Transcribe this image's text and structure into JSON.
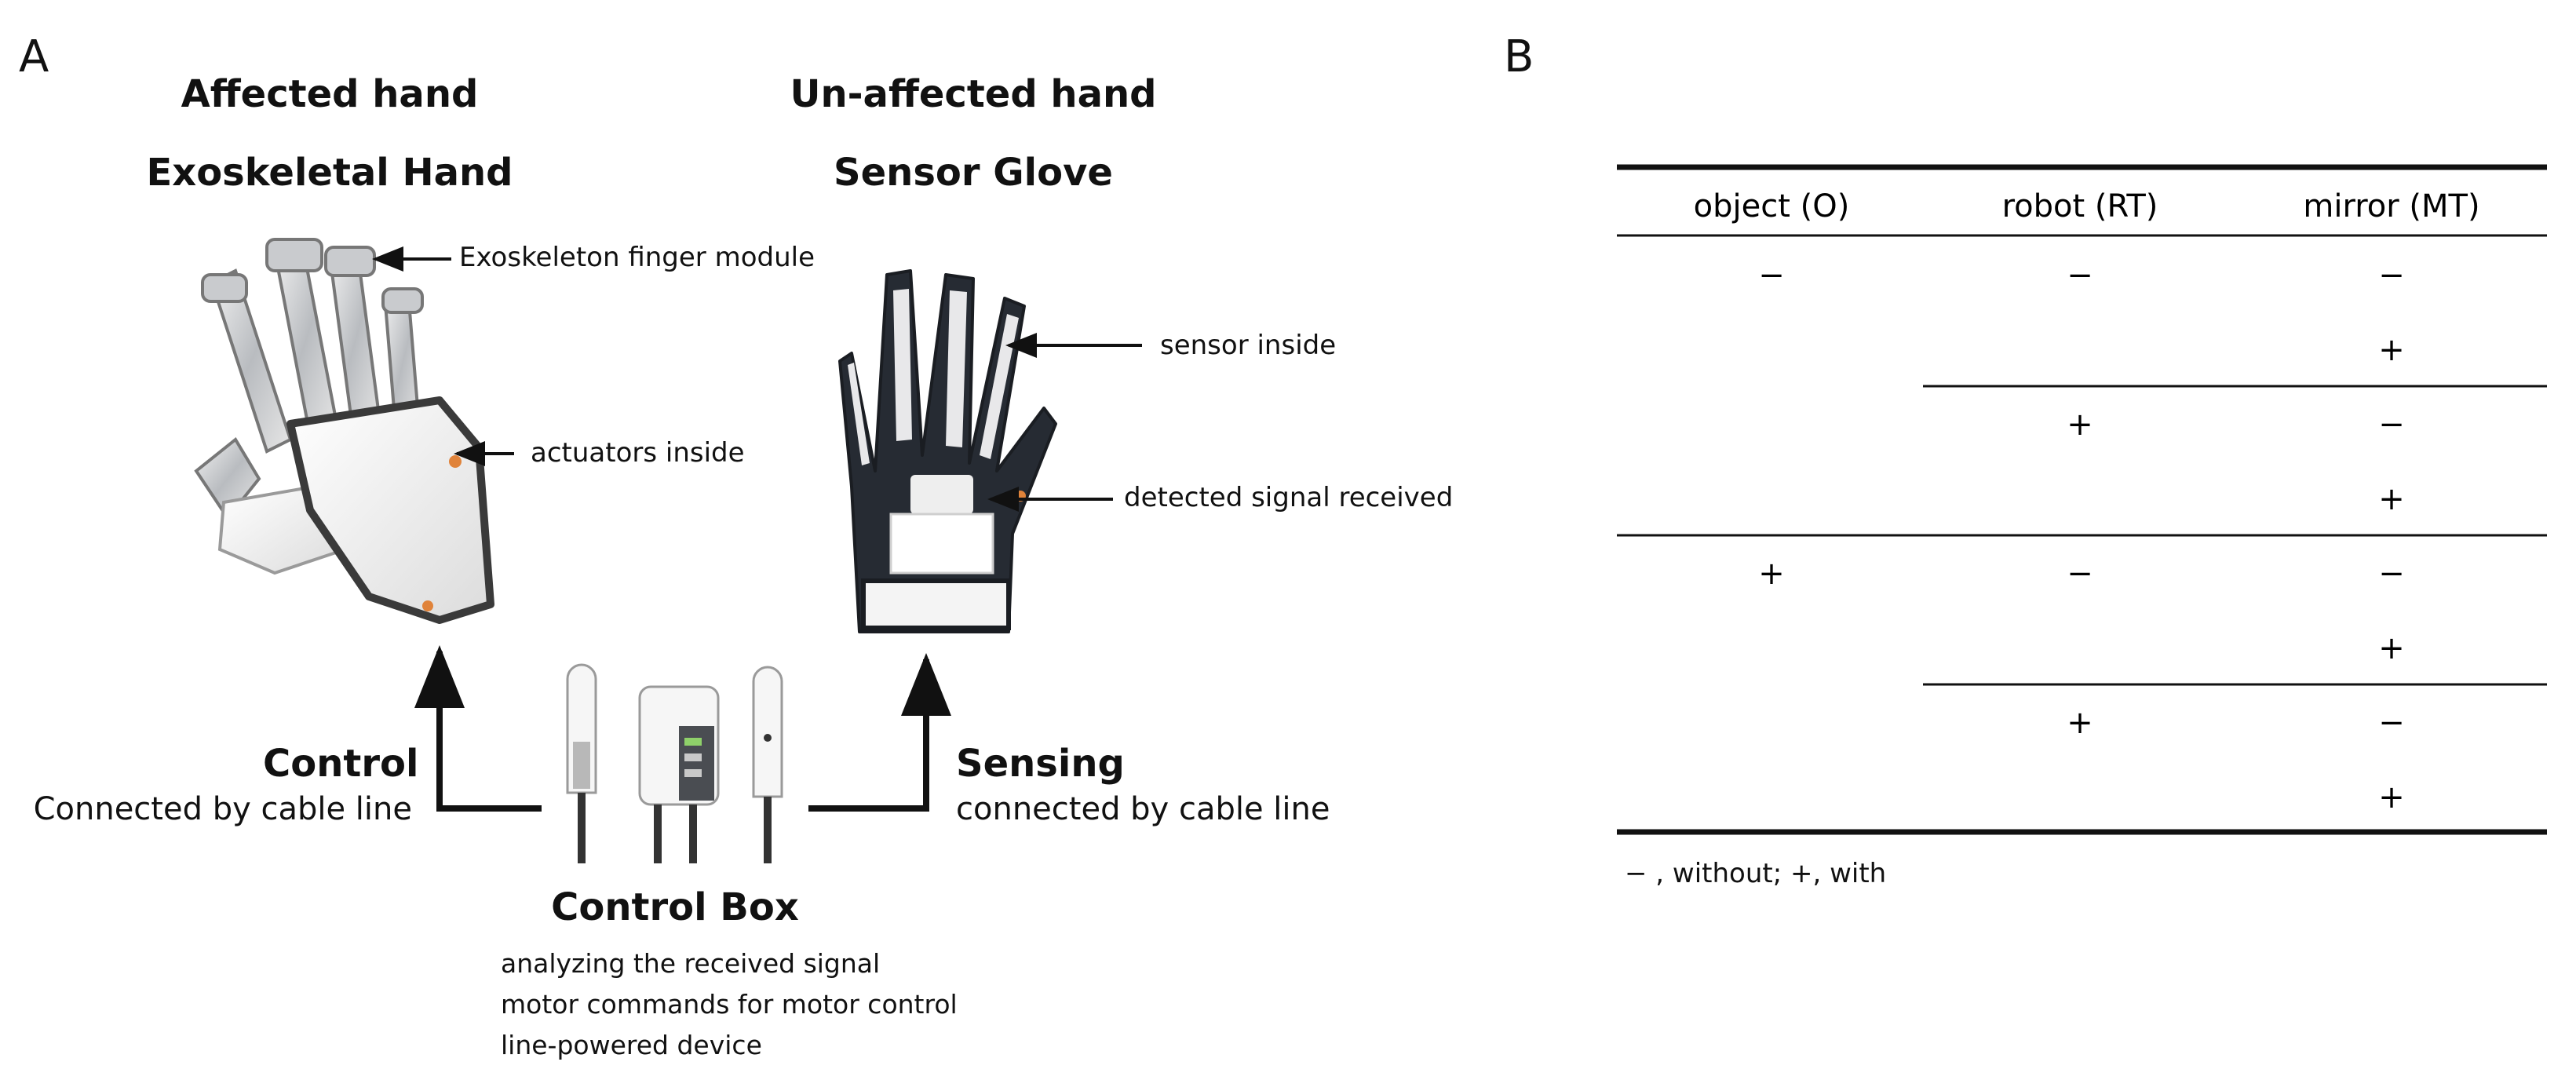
{
  "panel_a": {
    "label": "A",
    "left_heading_1": "Affected hand",
    "left_heading_2": "Exoskeletal Hand",
    "right_heading_1": "Un-affected hand",
    "right_heading_2": "Sensor Glove",
    "callout_finger_module": "Exoskeleton finger module",
    "callout_actuators": "actuators inside",
    "callout_sensor": "sensor inside",
    "callout_signal": "detected signal received",
    "control_title": "Control",
    "control_sub": "Connected by cable line",
    "sensing_title": "Sensing",
    "sensing_sub": "connected by cable line",
    "box_title": "Control Box",
    "box_lines": [
      "analyzing the received signal",
      "motor commands for motor control",
      "line-powered device"
    ]
  },
  "panel_b": {
    "label": "B",
    "columns": [
      "object (O)",
      "robot (RT)",
      "mirror (MT)"
    ],
    "rows": [
      [
        "−",
        "−",
        "−"
      ],
      [
        "",
        "",
        "+"
      ],
      [
        "",
        "+",
        "−"
      ],
      [
        "",
        "",
        "+"
      ],
      [
        "+",
        "−",
        "−"
      ],
      [
        "",
        "",
        "+"
      ],
      [
        "",
        "+",
        "−"
      ],
      [
        "",
        "",
        "+"
      ]
    ],
    "footnote": "− , without; +, with"
  }
}
